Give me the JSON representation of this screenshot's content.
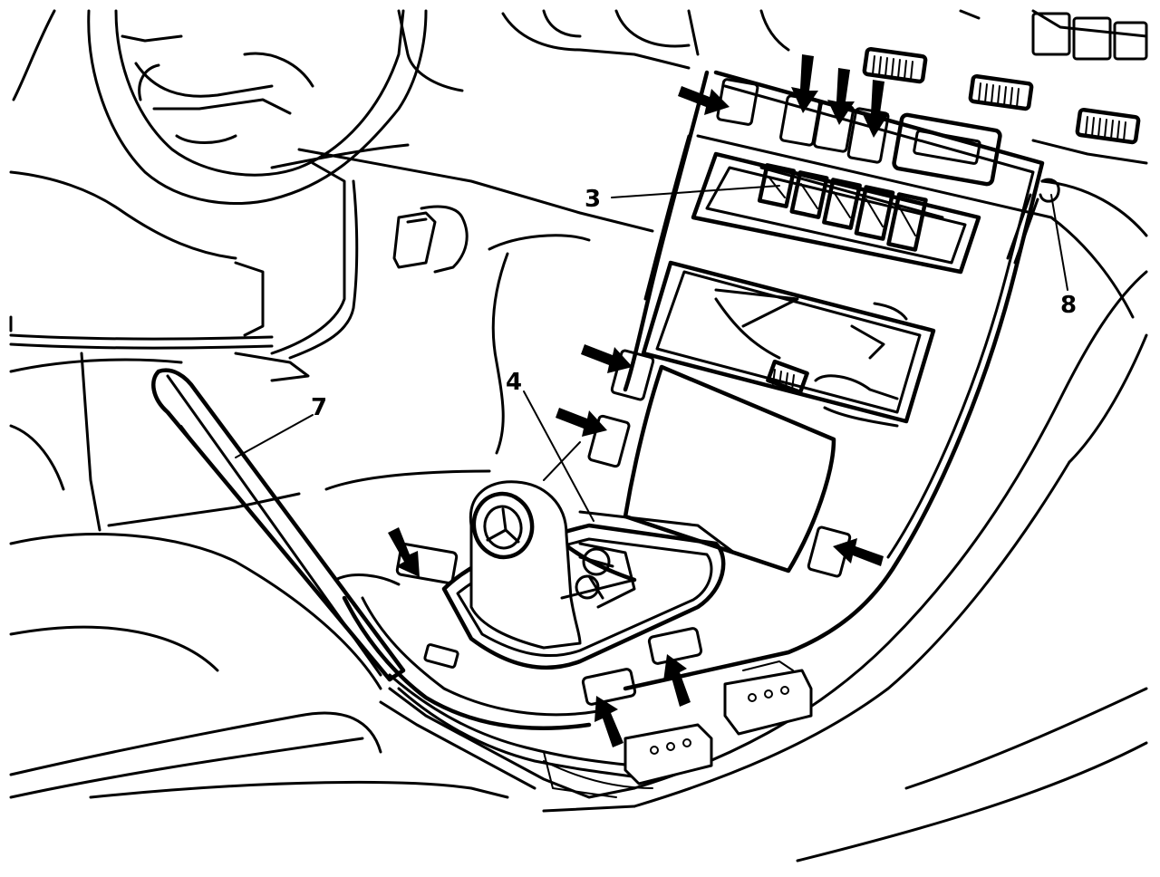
{
  "callouts": [
    {
      "id": "3",
      "label": "3"
    },
    {
      "id": "4",
      "label": "4"
    },
    {
      "id": "7",
      "label": "7"
    },
    {
      "id": "8",
      "label": "8"
    }
  ],
  "colors": {
    "line": "#000000",
    "background": "#ffffff"
  },
  "arrow_count": 10
}
